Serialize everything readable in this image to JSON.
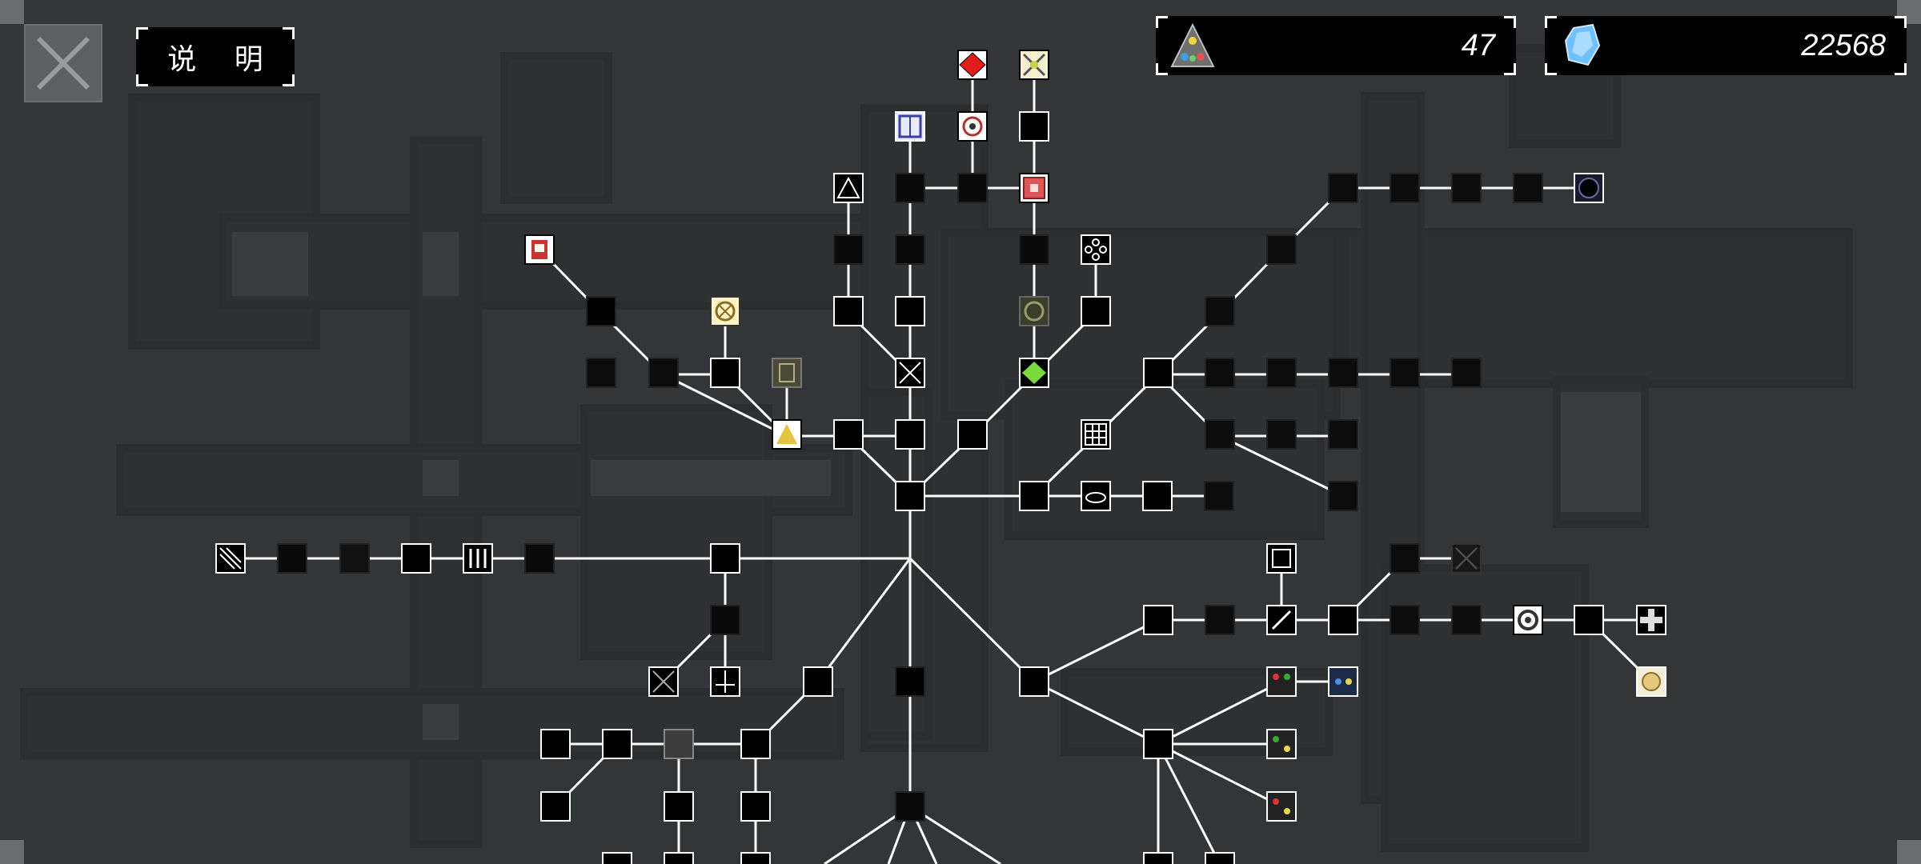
{
  "header": {
    "help_label": "说 明",
    "close_icon": "close-x-icon"
  },
  "resources": {
    "triangle_count": "47",
    "crystal_count": "22568",
    "triangle_icon": "orb-triangle-icon",
    "crystal_icon": "blue-crystal-icon"
  },
  "colors": {
    "background": "#343536",
    "node_fill": "#000000",
    "edge": "#ffffff",
    "accent_red": "#e21b1b",
    "accent_green": "#7cd93c"
  }
}
